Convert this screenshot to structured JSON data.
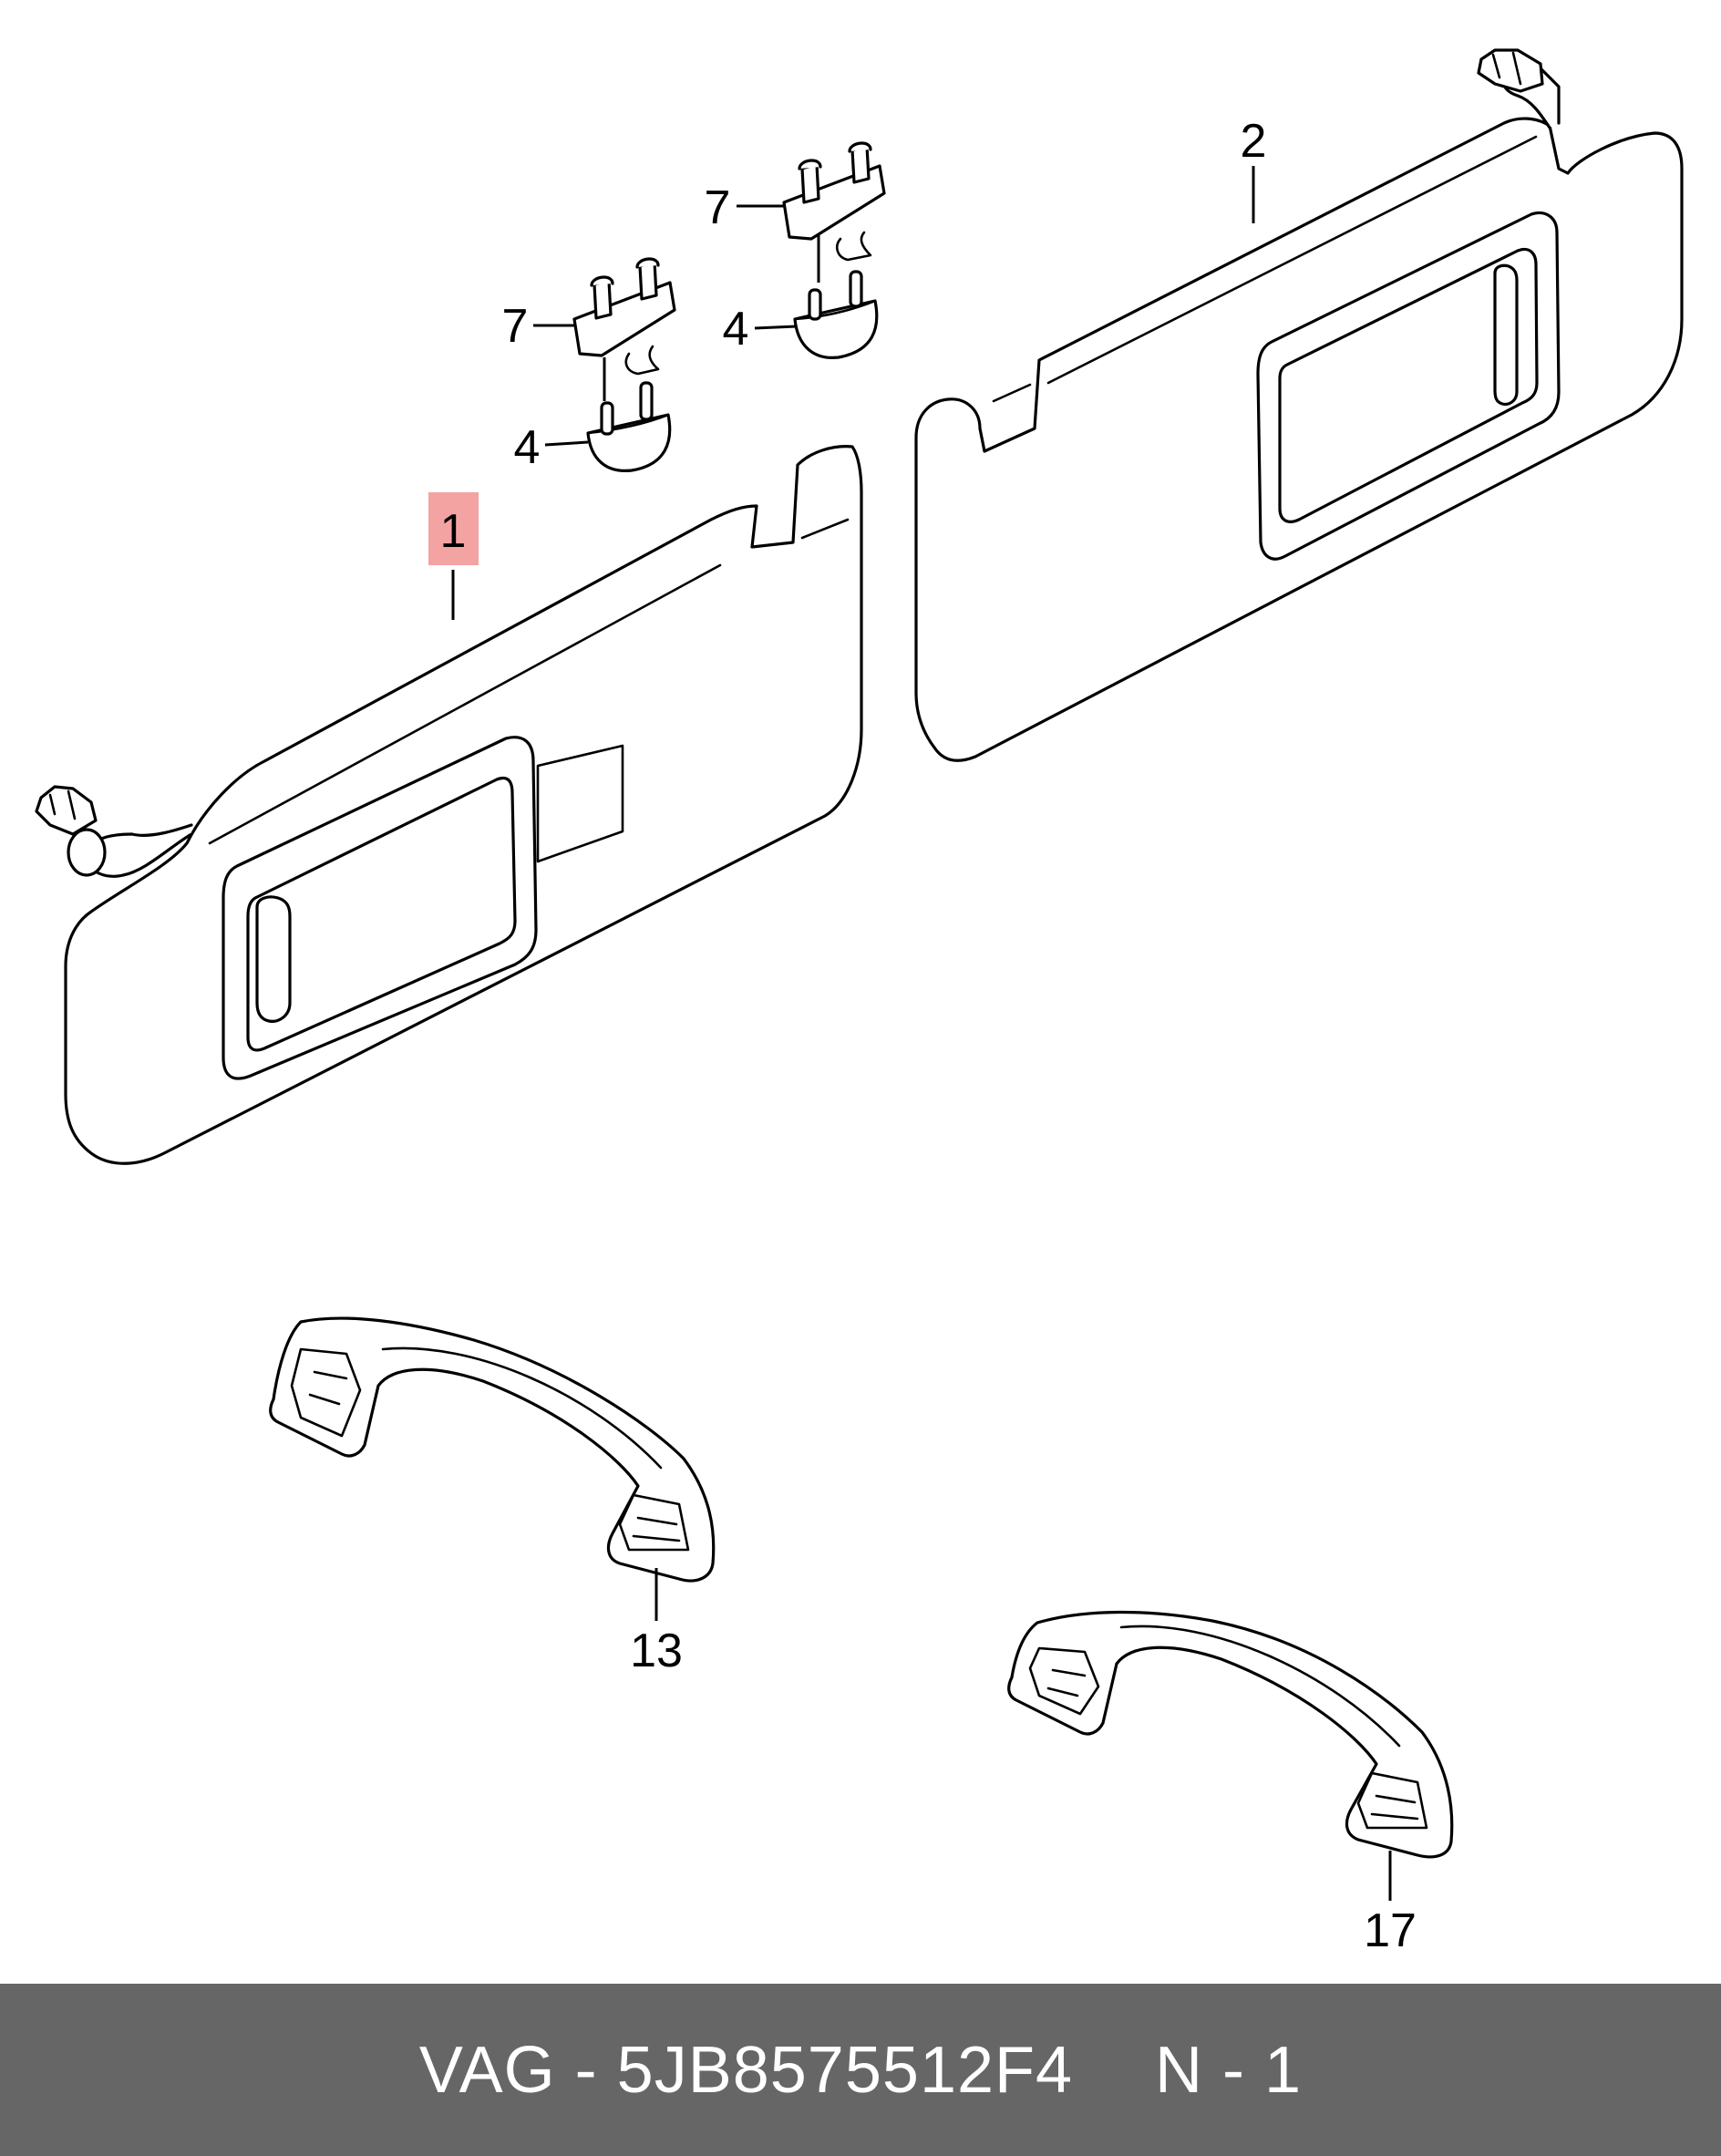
{
  "diagram": {
    "callouts": [
      {
        "id": "c1",
        "label": "1",
        "highlighted": true
      },
      {
        "id": "c2",
        "label": "2"
      },
      {
        "id": "c7a",
        "label": "7"
      },
      {
        "id": "c7b",
        "label": "7"
      },
      {
        "id": "c4a",
        "label": "4"
      },
      {
        "id": "c4b",
        "label": "4"
      },
      {
        "id": "c13",
        "label": "13"
      },
      {
        "id": "c17",
        "label": "17"
      }
    ],
    "highlight_color": "#f4a3a3"
  },
  "footer": {
    "brand": "VAG",
    "separator": "-",
    "part_number": "5JB8575512F4",
    "page_ref": "N - 1",
    "background": "#666666"
  }
}
